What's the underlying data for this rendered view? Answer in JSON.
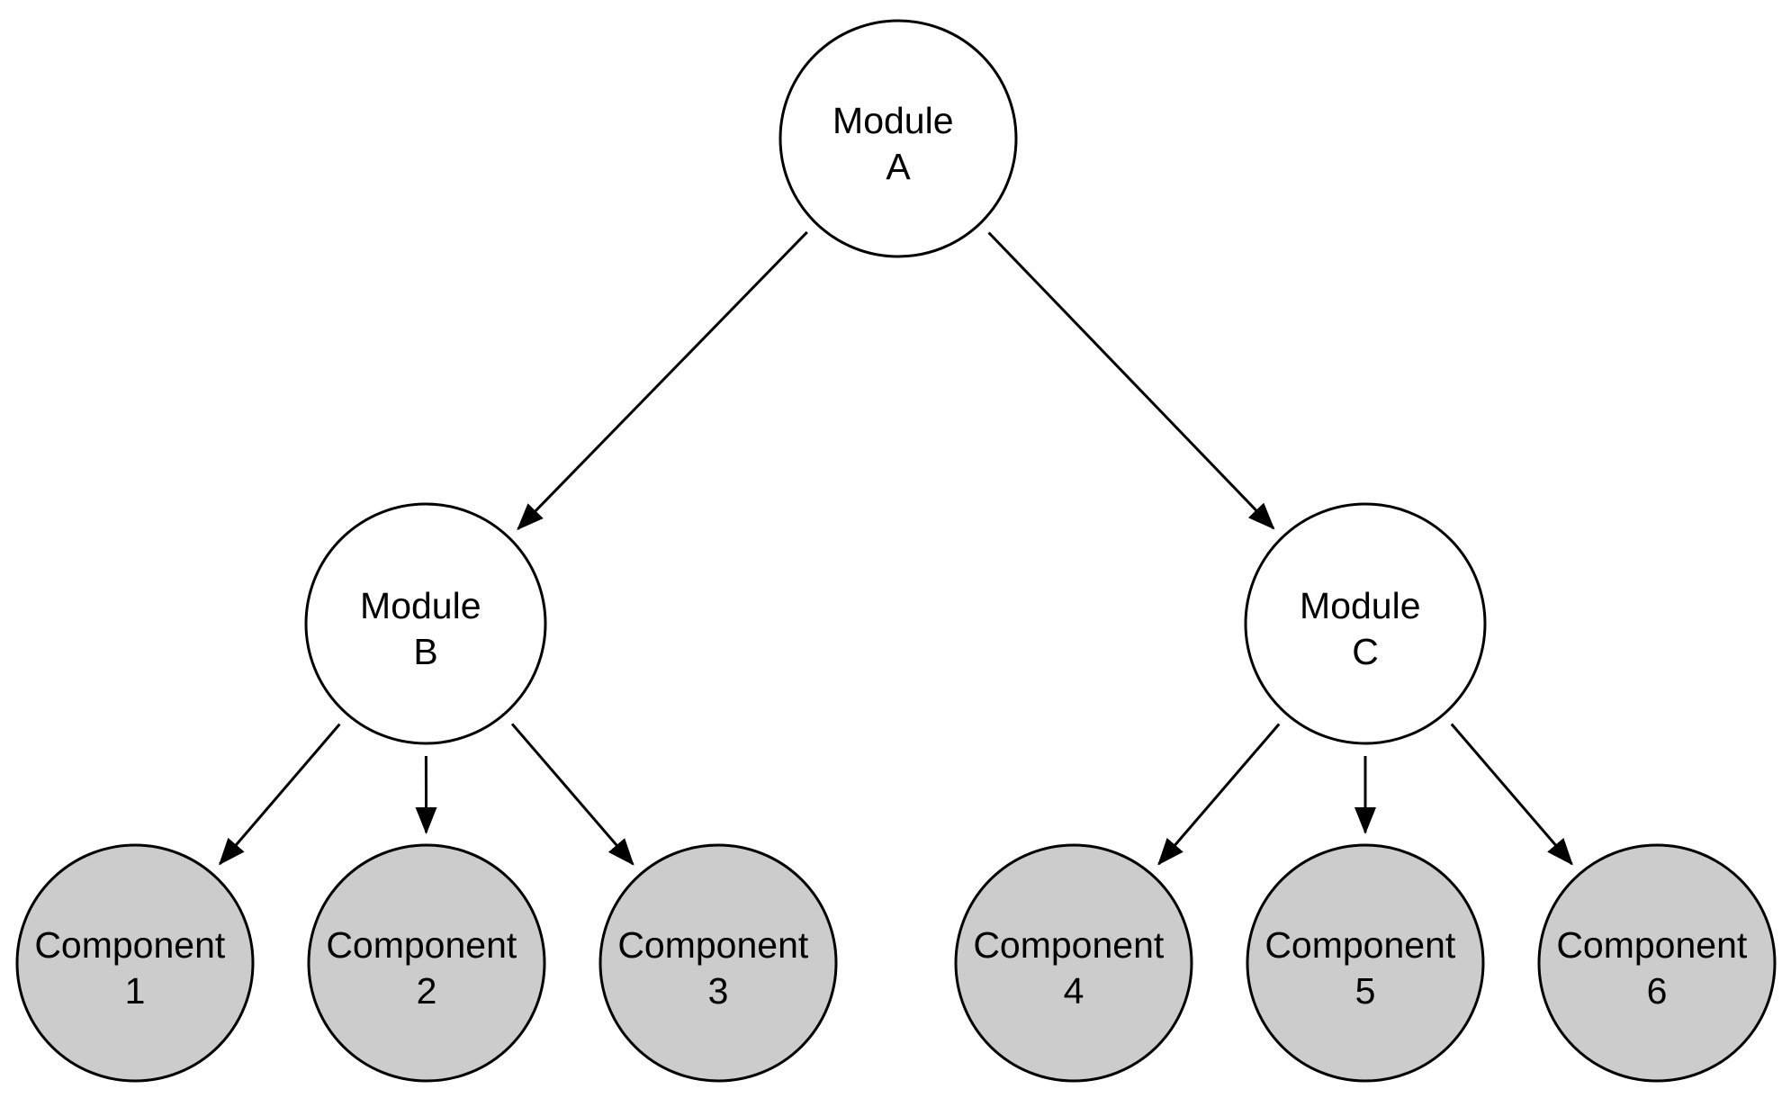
{
  "diagram": {
    "colors": {
      "module_fill": "#ffffff",
      "component_fill": "#cccccc",
      "stroke": "#000000",
      "text": "#000000"
    },
    "nodes": [
      {
        "id": "module-a",
        "kind": "module",
        "line1": "Module",
        "line2": "A"
      },
      {
        "id": "module-b",
        "kind": "module",
        "line1": "Module",
        "line2": "B"
      },
      {
        "id": "module-c",
        "kind": "module",
        "line1": "Module",
        "line2": "C"
      },
      {
        "id": "component-1",
        "kind": "component",
        "line1": "Component",
        "line2": "1"
      },
      {
        "id": "component-2",
        "kind": "component",
        "line1": "Component",
        "line2": "2"
      },
      {
        "id": "component-3",
        "kind": "component",
        "line1": "Component",
        "line2": "3"
      },
      {
        "id": "component-4",
        "kind": "component",
        "line1": "Component",
        "line2": "4"
      },
      {
        "id": "component-5",
        "kind": "component",
        "line1": "Component",
        "line2": "5"
      },
      {
        "id": "component-6",
        "kind": "component",
        "line1": "Component",
        "line2": "6"
      }
    ],
    "edges": [
      {
        "from": "module-a",
        "to": "module-b"
      },
      {
        "from": "module-a",
        "to": "module-c"
      },
      {
        "from": "module-b",
        "to": "component-1"
      },
      {
        "from": "module-b",
        "to": "component-2"
      },
      {
        "from": "module-b",
        "to": "component-3"
      },
      {
        "from": "module-c",
        "to": "component-4"
      },
      {
        "from": "module-c",
        "to": "component-5"
      },
      {
        "from": "module-c",
        "to": "component-6"
      }
    ]
  }
}
